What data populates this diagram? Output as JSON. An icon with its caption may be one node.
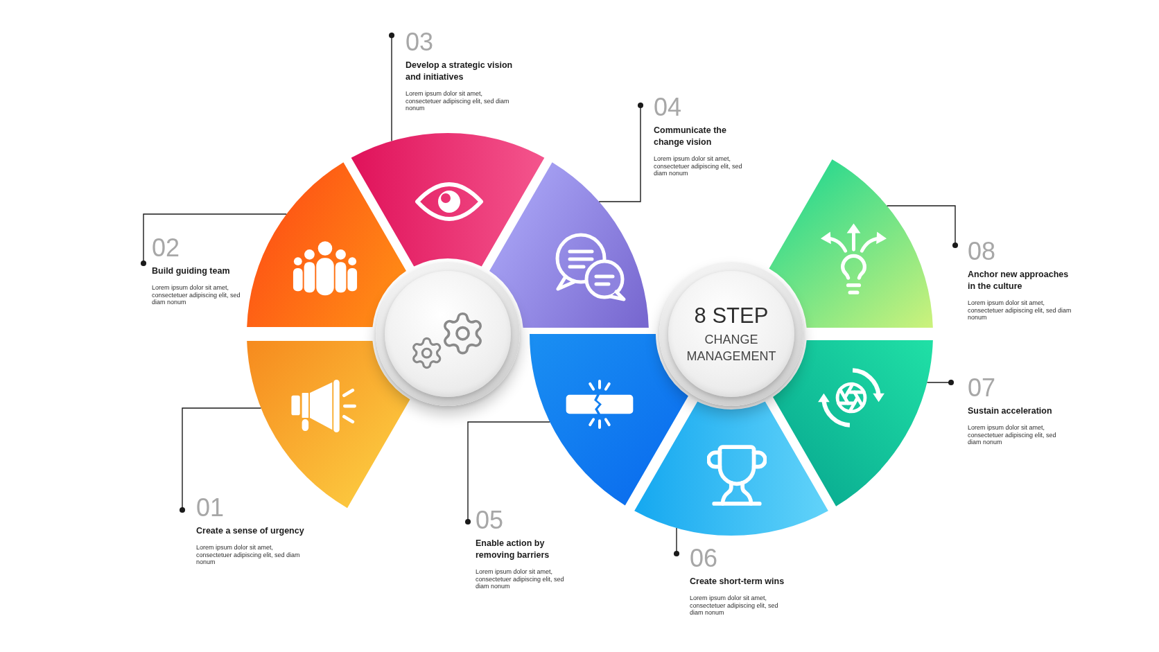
{
  "diagram": {
    "nodes": [
      {
        "text": [
          "01",
          "Create a sense of urgency",
          "Lorem ipsum dolor sit amet, consectetuer adipiscing elit, sed diam nonum"
        ]
      },
      {
        "text": [
          "02",
          "Build guiding team",
          "Lorem ipsum dolor sit amet, consectetuer adipiscing elit, sed diam nonum"
        ]
      },
      {
        "text": [
          "03",
          "Develop a strategic vision and initiatives",
          "Lorem ipsum dolor sit amet, consectetuer adipiscing elit, sed diam nonum"
        ]
      },
      {
        "text": [
          "04",
          "Communicate the change vision",
          "Lorem ipsum dolor sit amet, consectetuer adipiscing elit, sed diam nonum"
        ]
      },
      {
        "text": [
          "05",
          "Enable action by removing barriers",
          "Lorem ipsum dolor sit amet, consectetuer adipiscing elit, sed diam nonum"
        ]
      },
      {
        "text": [
          "06",
          "Create short-term wins",
          "Lorem ipsum dolor sit amet, consectetuer adipiscing elit, sed diam nonum"
        ]
      },
      {
        "text": [
          "07",
          "Sustain acceleration",
          "Lorem ipsum dolor sit amet, consectetuer adipiscing elit, sed diam nonum"
        ]
      },
      {
        "text": [
          "08",
          "Anchor new approaches in the culture",
          "Lorem ipsum dolor sit amet, consectetuer adipiscing elit, sed diam nonum"
        ]
      },
      {
        "text": [],
        "shape": "wedge"
      },
      {
        "text": [],
        "shape": "wedge"
      },
      {
        "text": [],
        "shape": "wedge"
      },
      {
        "text": [],
        "shape": "wedge"
      },
      {
        "text": [],
        "shape": "wedge"
      },
      {
        "text": [],
        "shape": "wedge"
      },
      {
        "text": [],
        "shape": "wedge"
      },
      {
        "text": [],
        "shape": "wedge"
      },
      {
        "text": [],
        "shape": "circle"
      },
      {
        "text": [
          "8 STEP",
          "CHANGE MANAGEMENT"
        ]
      }
    ],
    "edges": [
      {
        "from": 0,
        "to": 8,
        "arrow": "other"
      },
      {
        "from": 1,
        "to": 9,
        "arrow": "other"
      },
      {
        "from": 2,
        "to": 10,
        "arrow": "other"
      },
      {
        "from": 3,
        "to": 11,
        "arrow": "other"
      },
      {
        "from": 4,
        "to": 12,
        "arrow": "other"
      },
      {
        "from": 5,
        "to": 13,
        "arrow": "other"
      },
      {
        "from": 6,
        "to": 14,
        "arrow": "other"
      },
      {
        "from": 7,
        "to": 15,
        "arrow": "other"
      }
    ]
  }
}
